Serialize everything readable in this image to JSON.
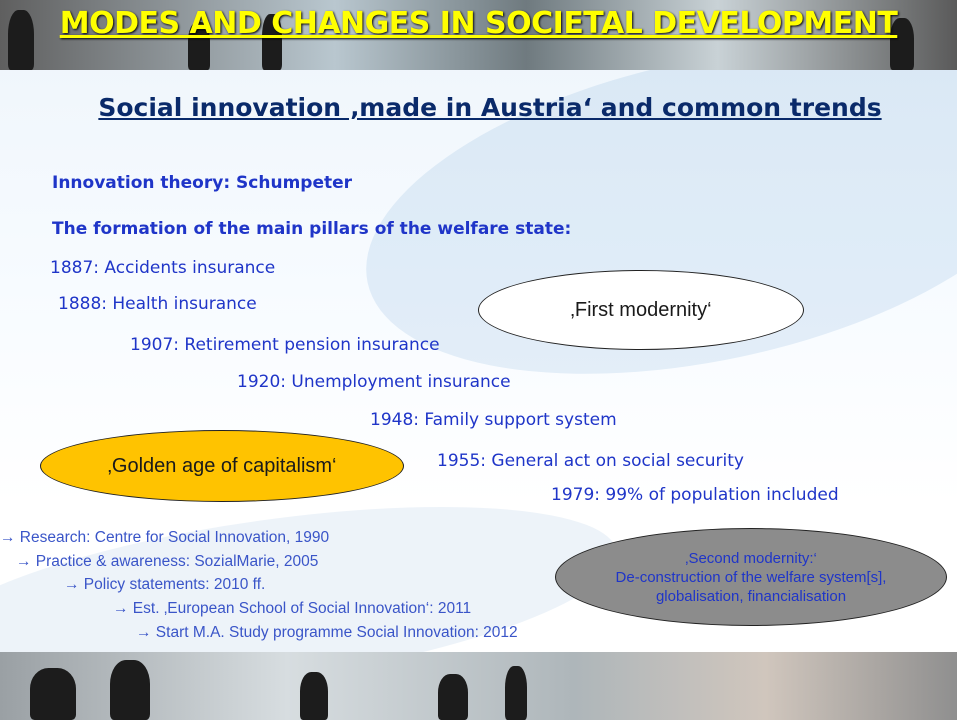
{
  "header": {
    "title": "MODES AND CHANGES IN SOCIETAL DEVELOPMENT"
  },
  "slide_title": "Social innovation ‚made in Austria‘ and common trends",
  "intro": {
    "theory": "Innovation theory: Schumpeter",
    "pillars_heading": "The formation of the main pillars of the welfare state:"
  },
  "timeline": [
    "1887: Accidents insurance",
    "1888: Health insurance",
    "1907: Retirement pension insurance",
    "1920: Unemployment insurance",
    "1948: Family support system",
    "1955: General act on social security",
    "1979: 99% of population included"
  ],
  "ovals": {
    "first_modernity": "‚First modernity‘",
    "golden_age": "‚Golden age of capitalism‘",
    "second_modernity": [
      "‚Second modernity:‘",
      "De-construction of the welfare system[s],",
      "globalisation, financialisation"
    ]
  },
  "milestones": [
    "→ Research: Centre for Social Innovation, 1990",
    "→ Practice & awareness: SozialMarie, 2005",
    "→ Policy statements: 2010 ff.",
    "→ Est. ‚European School of Social Innovation‘: 2011",
    "→ Start M.A. Study programme Social Innovation: 2012"
  ],
  "colors": {
    "header_text": "#ffff00",
    "title_text": "#0a2a6a",
    "body_text": "#1f35c8",
    "golden_oval": "#ffc300",
    "second_oval": "#8c8c8c"
  }
}
